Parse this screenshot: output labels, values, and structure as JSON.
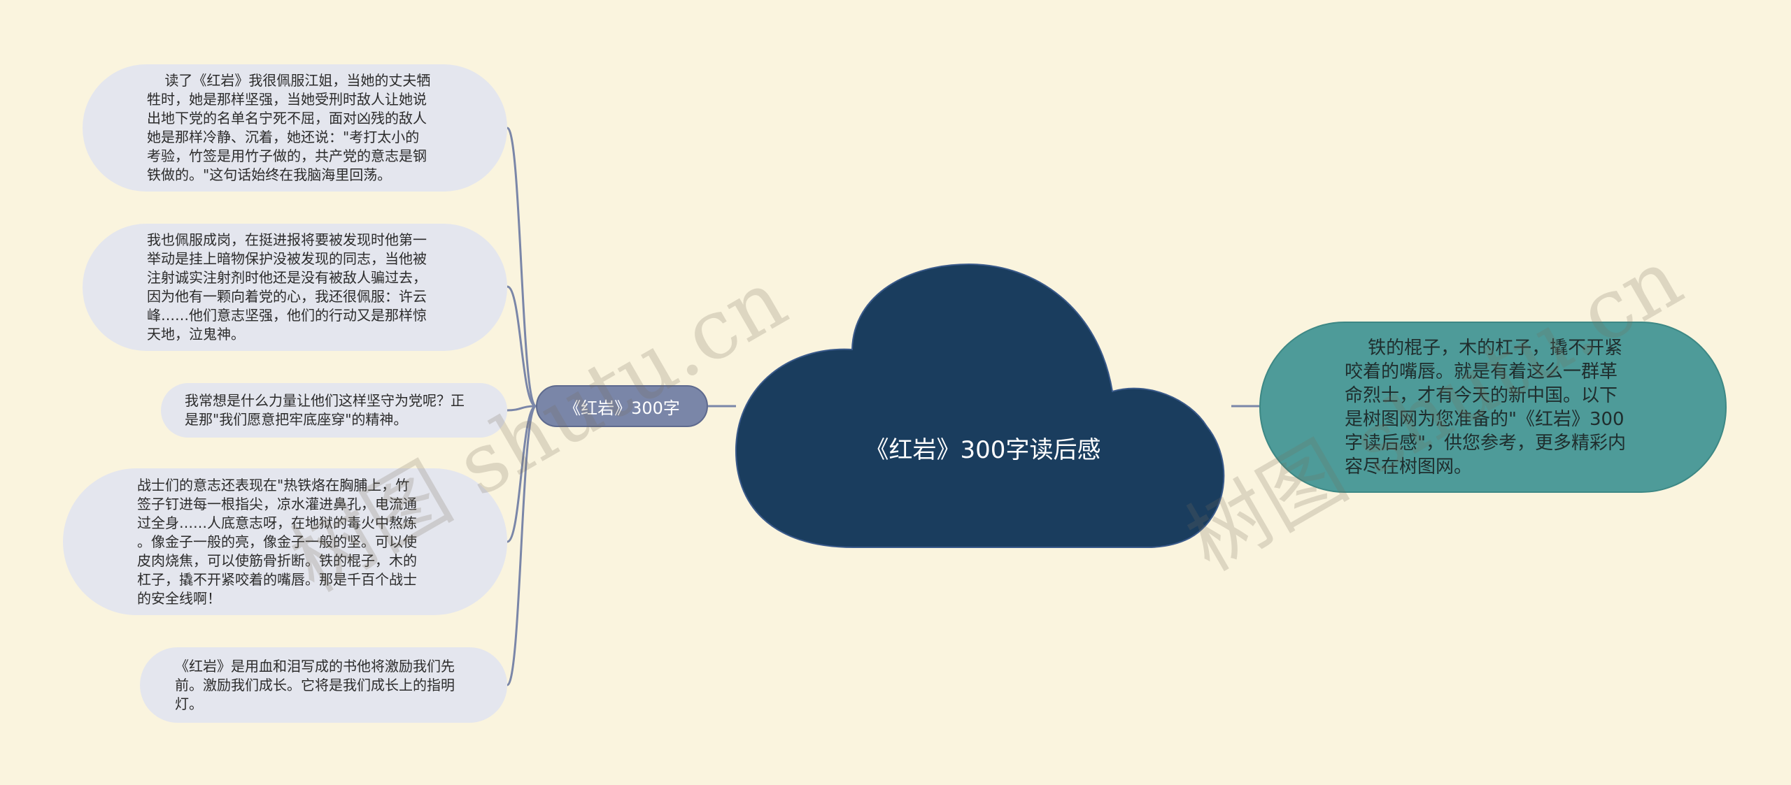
{
  "center": {
    "title": "《红岩》300字读后感"
  },
  "branch": {
    "label": "《红岩》300字"
  },
  "leaves": [
    {
      "text": "    读了《红岩》我很佩服江姐，当她的丈夫牺\n牲时，她是那样坚强，当她受刑时敌人让她说\n出地下党的名单名宁死不屈，面对凶残的敌人\n她是那样冷静、沉着，她还说：\"考打太小的\n考验，竹签是用竹子做的，共产党的意志是钢\n铁做的。\"这句话始终在我脑海里回荡。"
    },
    {
      "text": "我也佩服成岗，在挺进报将要被发现时他第一\n举动是挂上暗物保护没被发现的同志，当他被\n注射诚实注射剂时他还是没有被敌人骗过去，\n因为他有一颗向着党的心，我还很佩服：许云\n峰……他们意志坚强，他们的行动又是那样惊\n天地，泣鬼神。"
    },
    {
      "text": "我常想是什么力量让他们这样坚守为党呢？正\n是那\"我们愿意把牢底座穿\"的精神。"
    },
    {
      "text": "战士们的意志还表现在\"热铁烙在胸脯上，竹\n签子钉进每一根指尖，凉水灌进鼻孔，电流通\n过全身……人底意志呀，在地狱的毒火中熬炼\n。像金子一般的亮，像金子一般的坚。可以使\n皮肉烧焦，可以使筋骨折断。铁的棍子，木的\n杠子，撬不开紧咬着的嘴唇。那是千百个战士\n的安全线啊！"
    },
    {
      "text": "《红岩》是用血和泪写成的书他将激励我们先\n前。激励我们成长。它将是我们成长上的指明\n灯。"
    }
  ],
  "summary": {
    "text": "    铁的棍子，木的杠子，撬不开紧\n咬着的嘴唇。就是有着这么一群革\n命烈士，才有今天的新中国。以下\n是树图网为您准备的\"《红岩》300\n字读后感\"，供您参考，更多精彩内\n容尽在树图网。"
  },
  "watermarks": [
    "树图 shutu.cn",
    "树图 shutu.cn"
  ],
  "colors": {
    "background": "#faf4de",
    "center": "#1a3d5e",
    "branch": "#7a86a8",
    "leaf": "#e4e6ee",
    "summary": "#4e9b99",
    "connector": "#7a86a8"
  }
}
